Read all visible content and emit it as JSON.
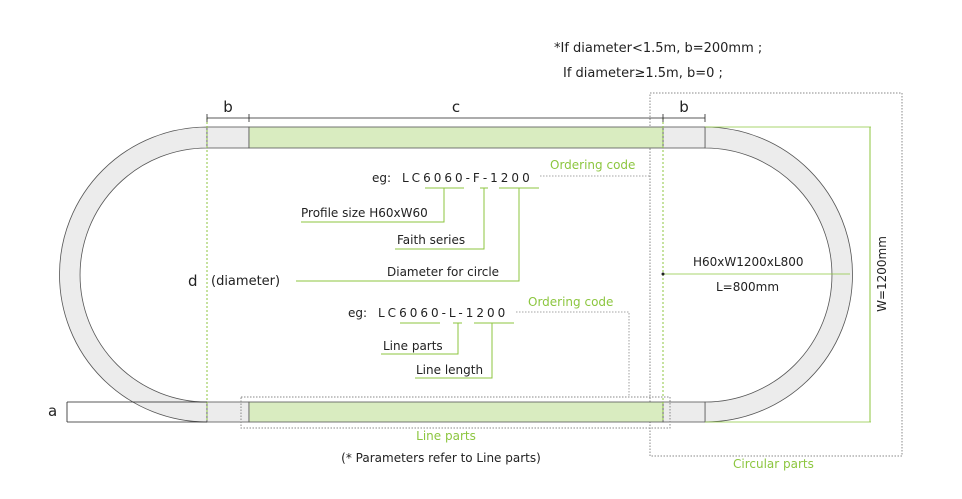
{
  "colors": {
    "track_fill": "#ececec",
    "track_stroke": "#555555",
    "line_part_fill": "#d9ecc0",
    "accent_green": "#8cc63f",
    "text": "#222222",
    "dotted": "#888888"
  },
  "notes": {
    "line1": "*If diameter<1.5m, b=200mm ;",
    "line2": "If diameter≥1.5m, b=0 ;"
  },
  "dimensions": {
    "b": "b",
    "c": "c",
    "d": "d",
    "d_suffix": "(diameter)",
    "a": "a",
    "width_label": "W=1200mm"
  },
  "ordering_top": {
    "eg": "eg:",
    "code": "LC6060-F-1200",
    "title": "Ordering code",
    "profile": "Profile size H60xW60",
    "series": "Faith series",
    "diameter": "Diameter for circle"
  },
  "ordering_bottom": {
    "eg": "eg:",
    "code": "LC6060-L-1200",
    "title": "Ordering code",
    "line_parts": "Line parts",
    "line_length": "Line length"
  },
  "circular": {
    "spec": "H60xW1200xL800",
    "length": "L=800mm",
    "label": "Circular parts"
  },
  "line_section": {
    "label": "Line parts",
    "note": "(* Parameters refer to Line parts)"
  }
}
